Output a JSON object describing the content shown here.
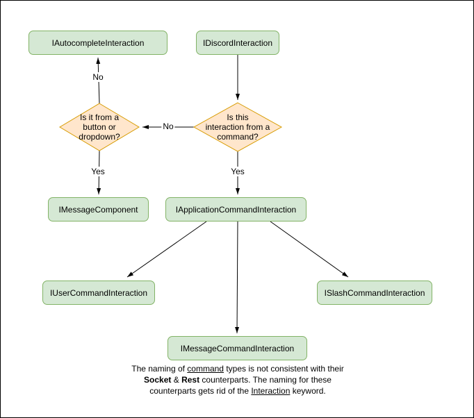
{
  "diagram": {
    "nodes": {
      "autocomplete": "IAutocompleteInteraction",
      "discord": "IDiscordInteraction",
      "button_dropdown_q": "Is it from a\nbutton or\ndropdown?",
      "command_q": "Is this\ninteraction from a\ncommand?",
      "message_component": "IMessageComponent",
      "application_command": "IApplicationCommandInteraction",
      "user_command": "IUserCommandInteraction",
      "slash_command": "ISlashCommandInteraction",
      "message_command": "IMessageCommandInteraction"
    },
    "edge_labels": {
      "no_up": "No",
      "no_left": "No",
      "yes_left": "Yes",
      "yes_right": "Yes"
    },
    "note": {
      "line1_a": "The naming of ",
      "line1_b": "command",
      "line1_c": " types is not consistent with their",
      "line2_a": "Socket",
      "line2_b": " & ",
      "line2_c": "Rest",
      "line2_d": " counterparts. The naming for these",
      "line3_a": "counterparts gets rid of the ",
      "line3_b": "Interaction",
      "line3_c": " keyword."
    },
    "colors": {
      "node_fill": "#d5e8d4",
      "node_border": "#82b366",
      "decision_fill": "#ffe6cc",
      "decision_border": "#d79b00",
      "edge_color": "#000000"
    }
  }
}
